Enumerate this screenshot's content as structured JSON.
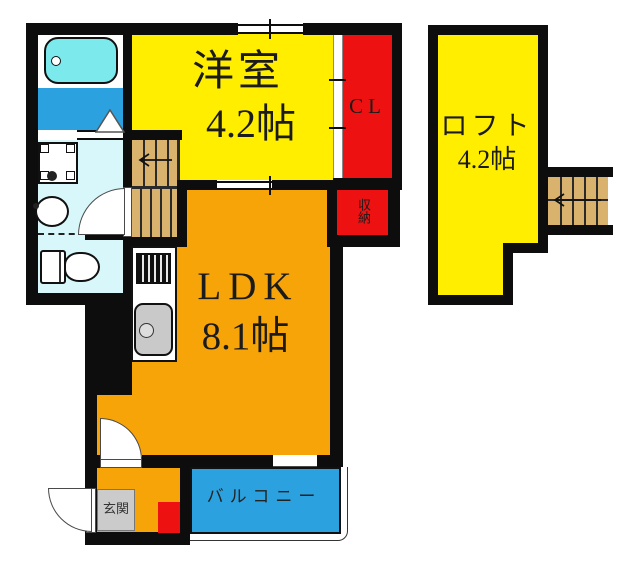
{
  "floorplan": {
    "unit": {
      "western_room": {
        "name": "洋室",
        "size": "4.2帖"
      },
      "ldk": {
        "name": "LDK",
        "size": "8.1帖"
      },
      "closet": {
        "abbr": "CL"
      },
      "storage": {
        "name": "収納"
      },
      "entrance": {
        "name": "玄関"
      },
      "balcony": {
        "name": "バルコニー"
      }
    },
    "loft": {
      "name": "ロフト",
      "size": "4.2帖"
    },
    "stairs": {
      "direction": "up-left-arrow"
    },
    "colors": {
      "wall": "#0d0d0d",
      "room-yellow": "#ffee00",
      "room-orange": "#f6a408",
      "accent-red": "#ee1111",
      "water-blue": "#2ba2df",
      "tub-cyan": "#7ce9ec",
      "sanitary-cyan": "#d8f7fa",
      "stair-wood": "#d9b36e",
      "genkan-gray": "#cbcbcb",
      "sink-gray": "#c9c9c9",
      "ink": "#1b1b1b"
    }
  }
}
